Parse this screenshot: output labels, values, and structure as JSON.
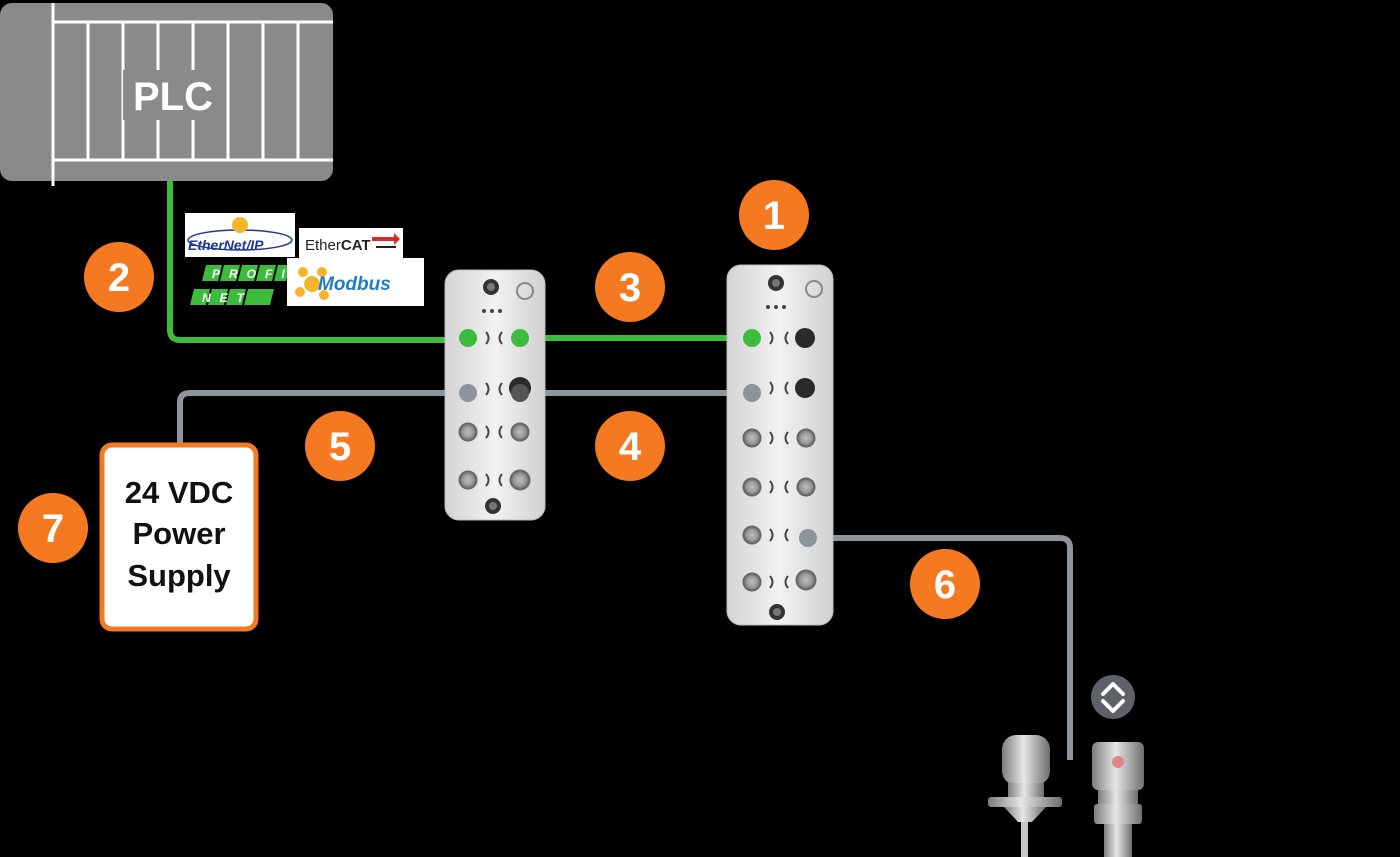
{
  "plc": {
    "label": "PLC"
  },
  "protocols": {
    "ethernetip": "EtherNet/IP",
    "ethercat_prefix": "Ether",
    "ethercat_suffix": "CAT",
    "profinet_top": "PROFI",
    "profinet_bottom": "NET",
    "modbus": "Modbus"
  },
  "badges": [
    "1",
    "2",
    "3",
    "4",
    "5",
    "6",
    "7"
  ],
  "power_supply": {
    "line1": "24 VDC",
    "line2": "Power",
    "line3": "Supply"
  },
  "colors": {
    "background": "#000000",
    "plc_fill": "#8a8a8a",
    "ethernet_cable": "#3dbb3d",
    "power_cable": "#8c949c",
    "badge": "#f47920",
    "psu_border": "#f47920",
    "module_body": "#e3e3e3"
  },
  "icons": [
    "plc-rack-icon",
    "io-link-master-module-icon",
    "io-link-sensor-icon",
    "io-link-signal-icon"
  ]
}
